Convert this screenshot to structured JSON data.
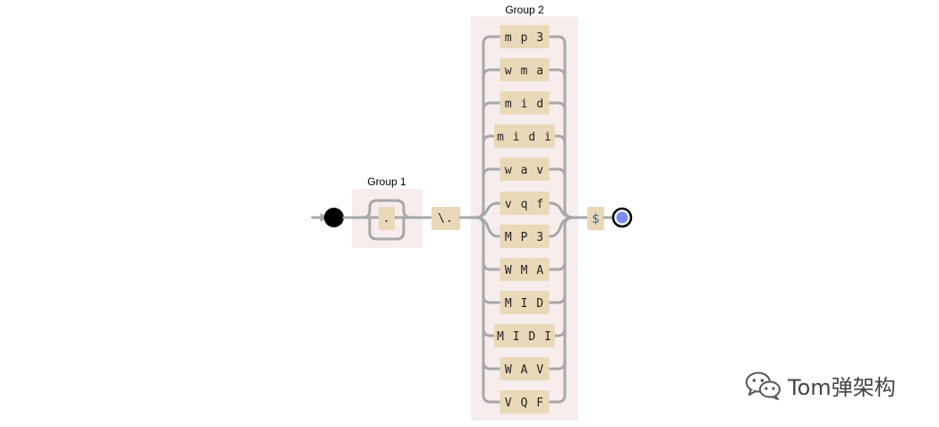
{
  "diagram": {
    "group1": {
      "label": "Group 1",
      "token": "."
    },
    "escaped_dot": "\\.",
    "group2": {
      "label": "Group 2",
      "alternatives": [
        "mp3",
        "wma",
        "mid",
        "midi",
        "wav",
        "vqf",
        "MP3",
        "WMA",
        "MID",
        "MIDI",
        "WAV",
        "VQF"
      ]
    },
    "anchor_end": "$"
  },
  "watermark": {
    "text": "Tom弹架构",
    "icon": "wechat-icon"
  },
  "colors": {
    "rail": "#a8a8a8",
    "literal_box": "#ead9b8",
    "group_box": "#f7eded",
    "anchor_text": "#336699",
    "end_circle": "#7a8cf0"
  }
}
